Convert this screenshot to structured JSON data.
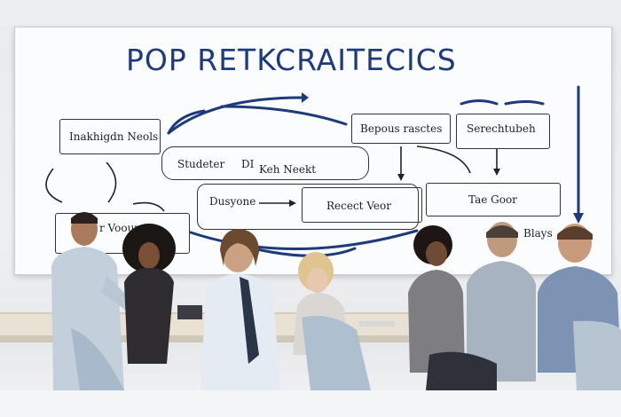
{
  "board": {
    "title": "POP RETKCRAITECICS",
    "labels": {
      "inakhigdn": "Inakhigdn Neols",
      "studeter": "Studeter",
      "di": "DI",
      "kehneekt": "Keh Neekt",
      "bepous": "Bepous rasctes",
      "serechtubeh": "Serechtubeh",
      "dusyone": "Dusyone",
      "recect": "Recect Veor",
      "tae": "Tae Goor",
      "voour": "r Voour",
      "blayr": "Blays"
    },
    "colors": {
      "ink_blue": "#1d3a7c",
      "ink_black": "#222222"
    }
  }
}
